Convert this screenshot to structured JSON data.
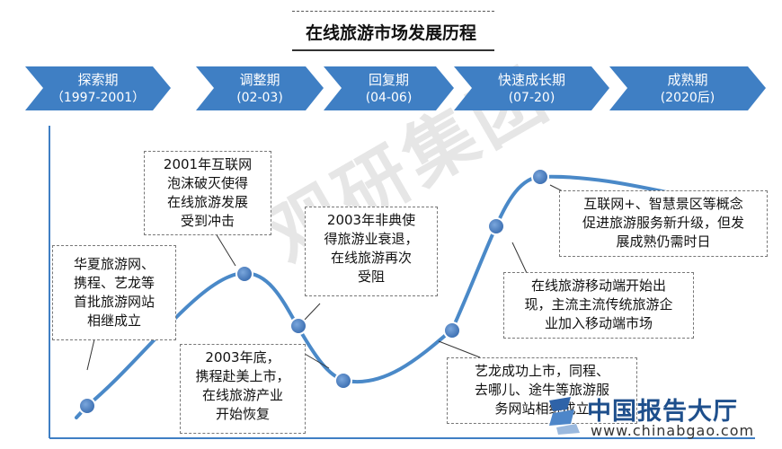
{
  "title": "在线旅游市场发展历程",
  "phases": [
    {
      "name": "探索期",
      "years": "（1997-2001）"
    },
    {
      "name": "调整期",
      "years": "(02-03)"
    },
    {
      "name": "回复期",
      "years": "(04-06)"
    },
    {
      "name": "快速成长期",
      "years": "(07-20)"
    },
    {
      "name": "成熟期",
      "years": "(2020后)"
    }
  ],
  "events": [
    {
      "lines": [
        "华夏旅游网、",
        "携程、艺龙等",
        "首批旅游网站",
        "相继成立"
      ]
    },
    {
      "lines": [
        "2001年互联网",
        "泡沫破灭使得",
        "在线旅游发展",
        "受到冲击"
      ]
    },
    {
      "lines": [
        "2003年非典使",
        "得旅游业衰退，",
        "在线旅游再次",
        "受阻"
      ]
    },
    {
      "lines": [
        "2003年底，",
        "携程赴美上市，",
        "在线旅游产业",
        "开始恢复"
      ]
    },
    {
      "lines": [
        "艺龙成功上市，同程、",
        "去哪儿、途牛等旅游服",
        "务网站相继成立"
      ]
    },
    {
      "lines": [
        "在线旅游移动端开始出",
        "现，主流主流传统旅游企",
        "业加入移动端市场"
      ]
    },
    {
      "lines": [
        "互联网+、智慧景区等概念",
        "促进旅游服务新升级，但发",
        "展成熟仍需时日"
      ]
    }
  ],
  "watermark": "观研集团",
  "logo": {
    "cn": "中国报告大厅",
    "en": "www.chinabgao.com"
  },
  "colors": {
    "arrow": "#3f7fc4",
    "curve": "#4a89c8",
    "point": "#4d7fc0",
    "axis": "#3f7fc4"
  }
}
